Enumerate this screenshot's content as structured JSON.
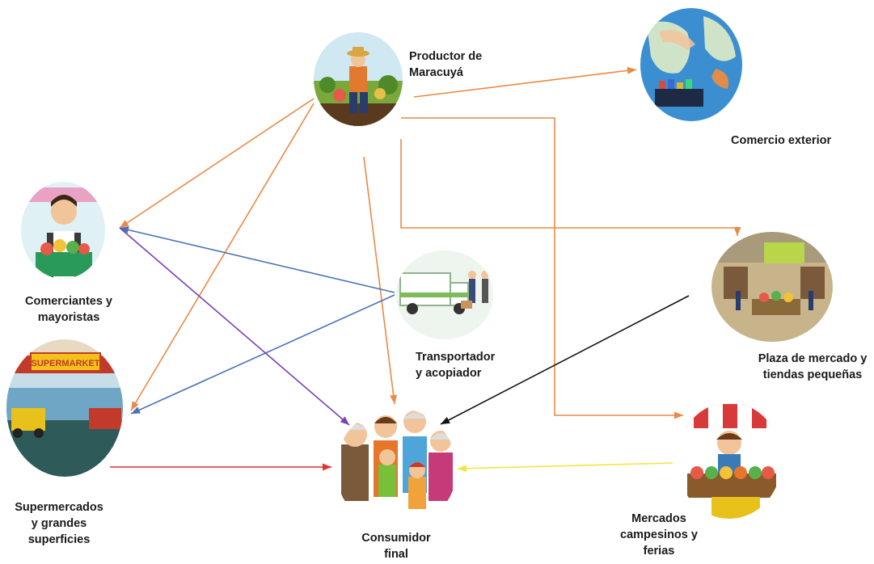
{
  "nodes": {
    "producer": {
      "line1": "Productor de",
      "line2": "Maracuyá"
    },
    "foreign": {
      "line1": "Comercio exterior"
    },
    "wholesale": {
      "line1": "Comerciantes y",
      "line2": "mayoristas"
    },
    "transport": {
      "line1": "Transportador",
      "line2": "y acopiador"
    },
    "plaza": {
      "line1": "Plaza de mercado y",
      "line2": "tiendas pequeñas"
    },
    "supermarket": {
      "line1": "Supermercados",
      "line2": "y grandes",
      "line3": "superficies",
      "sign": "SUPERMARKET"
    },
    "consumer": {
      "line1": "Consumidor",
      "line2": "final"
    },
    "farmers": {
      "line1": "Mercados",
      "line2": "campesinos y",
      "line3": "ferias"
    }
  },
  "edges": [
    {
      "from": "producer",
      "to": "foreign",
      "color": "#e98a45"
    },
    {
      "from": "producer",
      "to": "wholesale",
      "color": "#e98a45"
    },
    {
      "from": "producer",
      "to": "supermarket",
      "color": "#e98a45"
    },
    {
      "from": "producer",
      "to": "consumer",
      "color": "#e98a45"
    },
    {
      "from": "producer",
      "to": "plaza",
      "color": "#e98a45"
    },
    {
      "from": "producer",
      "to": "farmers",
      "color": "#e98a45"
    },
    {
      "from": "transport",
      "to": "wholesale",
      "color": "#4a72b8"
    },
    {
      "from": "transport",
      "to": "supermarket",
      "color": "#4a72b8"
    },
    {
      "from": "wholesale",
      "to": "consumer",
      "color": "#7a3fb5"
    },
    {
      "from": "plaza",
      "to": "consumer",
      "color": "#111111"
    },
    {
      "from": "supermarket",
      "to": "consumer",
      "color": "#e83030"
    },
    {
      "from": "farmers",
      "to": "consumer",
      "color": "#f2e640"
    }
  ],
  "colors": {
    "orange": "#e98a45",
    "blue": "#4a72b8",
    "purple": "#7a3fb5",
    "black": "#111111",
    "red": "#e83030",
    "yellow": "#f2e640"
  }
}
